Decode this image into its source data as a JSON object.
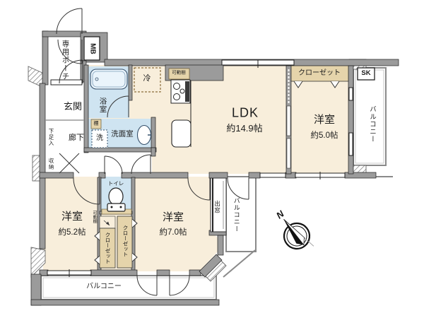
{
  "floorplan": {
    "rooms": {
      "private_porch": {
        "label": "専用ポーチ"
      },
      "meter_box": {
        "label": "MB"
      },
      "entrance": {
        "label": "玄関"
      },
      "shoe_cabinet": {
        "label": "下足入"
      },
      "hallway": {
        "label": "廊下"
      },
      "storage": {
        "label": "収納"
      },
      "bathroom": {
        "label": "浴室"
      },
      "shelf": {
        "label": "棚"
      },
      "washing_machine": {
        "label": "洗"
      },
      "washroom": {
        "label": "洗面室"
      },
      "refrigerator": {
        "label": "冷"
      },
      "kitchen_movable_shelf": {
        "label": "可動棚"
      },
      "ldk": {
        "label": "LDK",
        "size": "約14.9帖"
      },
      "north_closet": {
        "label": "クローゼット"
      },
      "slop_sink": {
        "label": "SK"
      },
      "bedroom_east": {
        "label": "洋室",
        "size": "約5.0帖"
      },
      "balcony_east": {
        "label": "バルコニー"
      },
      "toilet": {
        "label": "トイレ"
      },
      "closet_movable_shelf": {
        "label": "可動棚"
      },
      "bedroom_west": {
        "label": "洋室",
        "size": "約5.2帖"
      },
      "closet_west": {
        "label": "クローゼット"
      },
      "closet_center": {
        "label": "クローゼット"
      },
      "bedroom_center": {
        "label": "洋室",
        "size": "約7.0帖"
      },
      "bay_window": {
        "label": "出窓"
      },
      "balcony_center": {
        "label": "バルコニー"
      },
      "balcony_south": {
        "label": "バルコニー"
      },
      "compass": {
        "label": "N"
      }
    },
    "colors": {
      "room_fill": "#f8eedb",
      "wet_area_fill": "#cfe4f1",
      "closet_fill": "#e5d4ab",
      "wall": "#9b9b9b",
      "balcony_fill": "#ffffff"
    }
  }
}
